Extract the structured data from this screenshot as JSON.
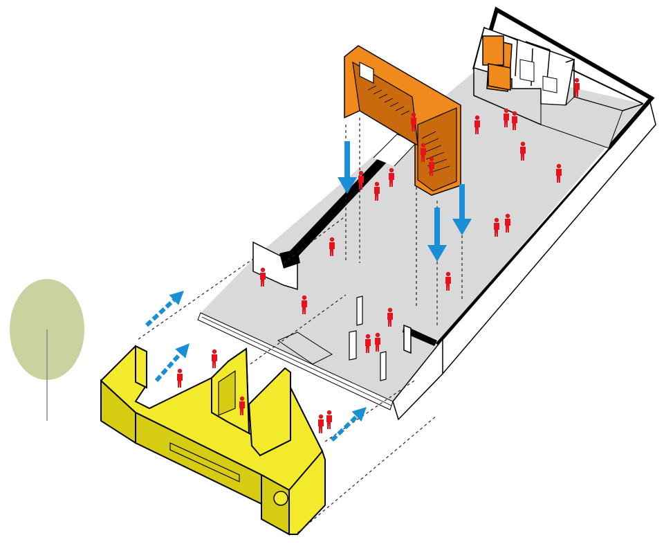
{
  "diagram": {
    "type": "axonometric-circulation-diagram",
    "colors": {
      "background": "#ffffff",
      "floor": "#d9d9d9",
      "wall_top": "#ffffff",
      "outline": "#000000",
      "yellow_volume": "#f2ea2a",
      "yellow_shade": "#d6cc12",
      "orange_stair": "#f08a1c",
      "orange_shade": "#c96a0e",
      "people": "#e3141e",
      "blue_arrows": "#1a8fd6",
      "tree_canopy": "#c9d3a0",
      "tree_trunk": "#8a8a8a",
      "dashed_lines": "#222222"
    },
    "people_count": 29,
    "arrows": {
      "entry_arrows": 3,
      "downward_arrows": 3
    },
    "elements": [
      "yellow-entrance-volume",
      "orange-stair-volume",
      "main-hall-floor",
      "service-rooms",
      "tree",
      "people-figures",
      "flow-arrows"
    ]
  }
}
